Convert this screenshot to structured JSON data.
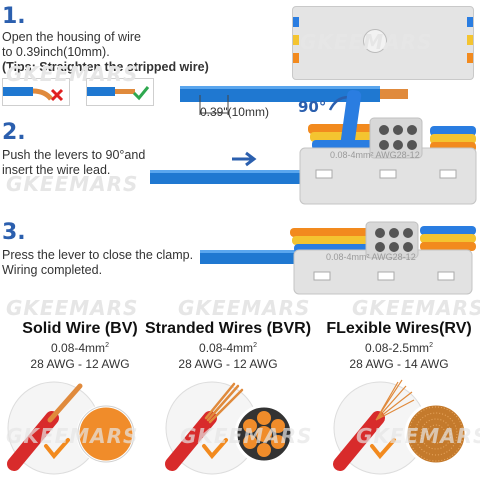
{
  "watermark": "GKEEMARS",
  "steps": [
    {
      "number": "1.",
      "lines": [
        "Open the housing of wire",
        "to 0.39inch(10mm)."
      ],
      "tip": "(Tips:  Straighten the stripped wire)",
      "measure": "0.39\"(10mm)"
    },
    {
      "number": "2.",
      "lines": [
        "Push the levers to 90°and",
        "insert the wire lead."
      ],
      "angle": "90°"
    },
    {
      "number": "3.",
      "lines": [
        "Press the lever to close the clamp.",
        "Wiring completed."
      ]
    }
  ],
  "connector_label": "0.08-4mm² AWG28-12",
  "wire_types": [
    {
      "title": "Solid Wire (BV)",
      "area": "0.08-4mm",
      "sup": "2",
      "awg": "28 AWG - 12 AWG"
    },
    {
      "title": "Stranded Wires (BVR)",
      "area": "0.08-4mm",
      "sup": "2",
      "awg": "28 AWG - 12 AWG"
    },
    {
      "title": "FLexible Wires(RV)",
      "area": "0.08-2.5mm",
      "sup": "2",
      "awg": "28 AWG - 14 AWG"
    }
  ],
  "colors": {
    "brand_blue": "#2b5fae",
    "wire_blue": "#1f78d1",
    "copper": "#e08a3c",
    "wire_red": "#d82b2b",
    "lever_orange": "#f28a1e",
    "lever_yellow": "#f4c430",
    "lever_blue": "#2a7de1"
  }
}
